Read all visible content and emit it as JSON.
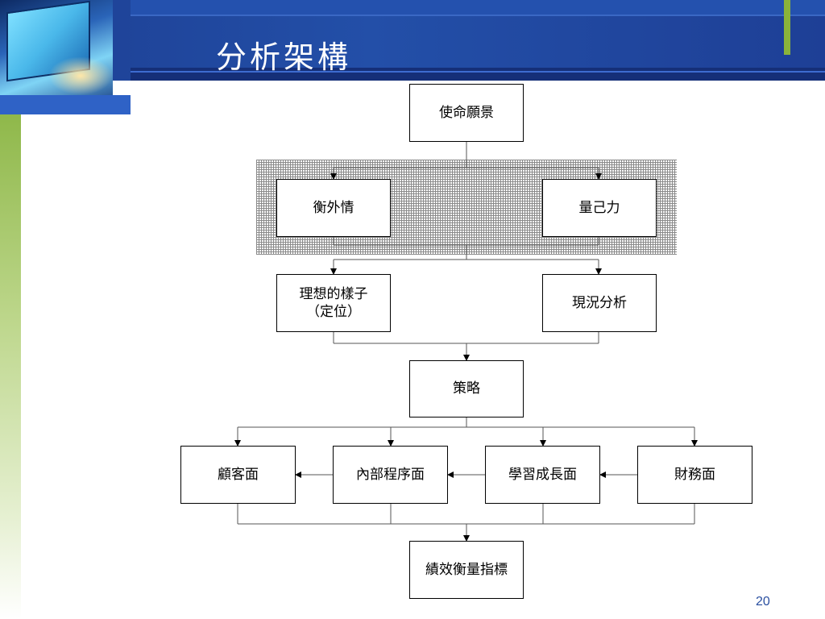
{
  "slide": {
    "title": "分析架構",
    "page_number": "20"
  },
  "diagram": {
    "nodes": {
      "mission": "使命願景",
      "external": "衡外情",
      "internal": "量己力",
      "ideal": "理想的樣子\n（定位）",
      "current": "現況分析",
      "strategy": "策略",
      "customer": "顧客面",
      "process": "內部程序面",
      "learning": "學習成長面",
      "finance": "財務面",
      "kpi": "績效衡量指標"
    }
  }
}
